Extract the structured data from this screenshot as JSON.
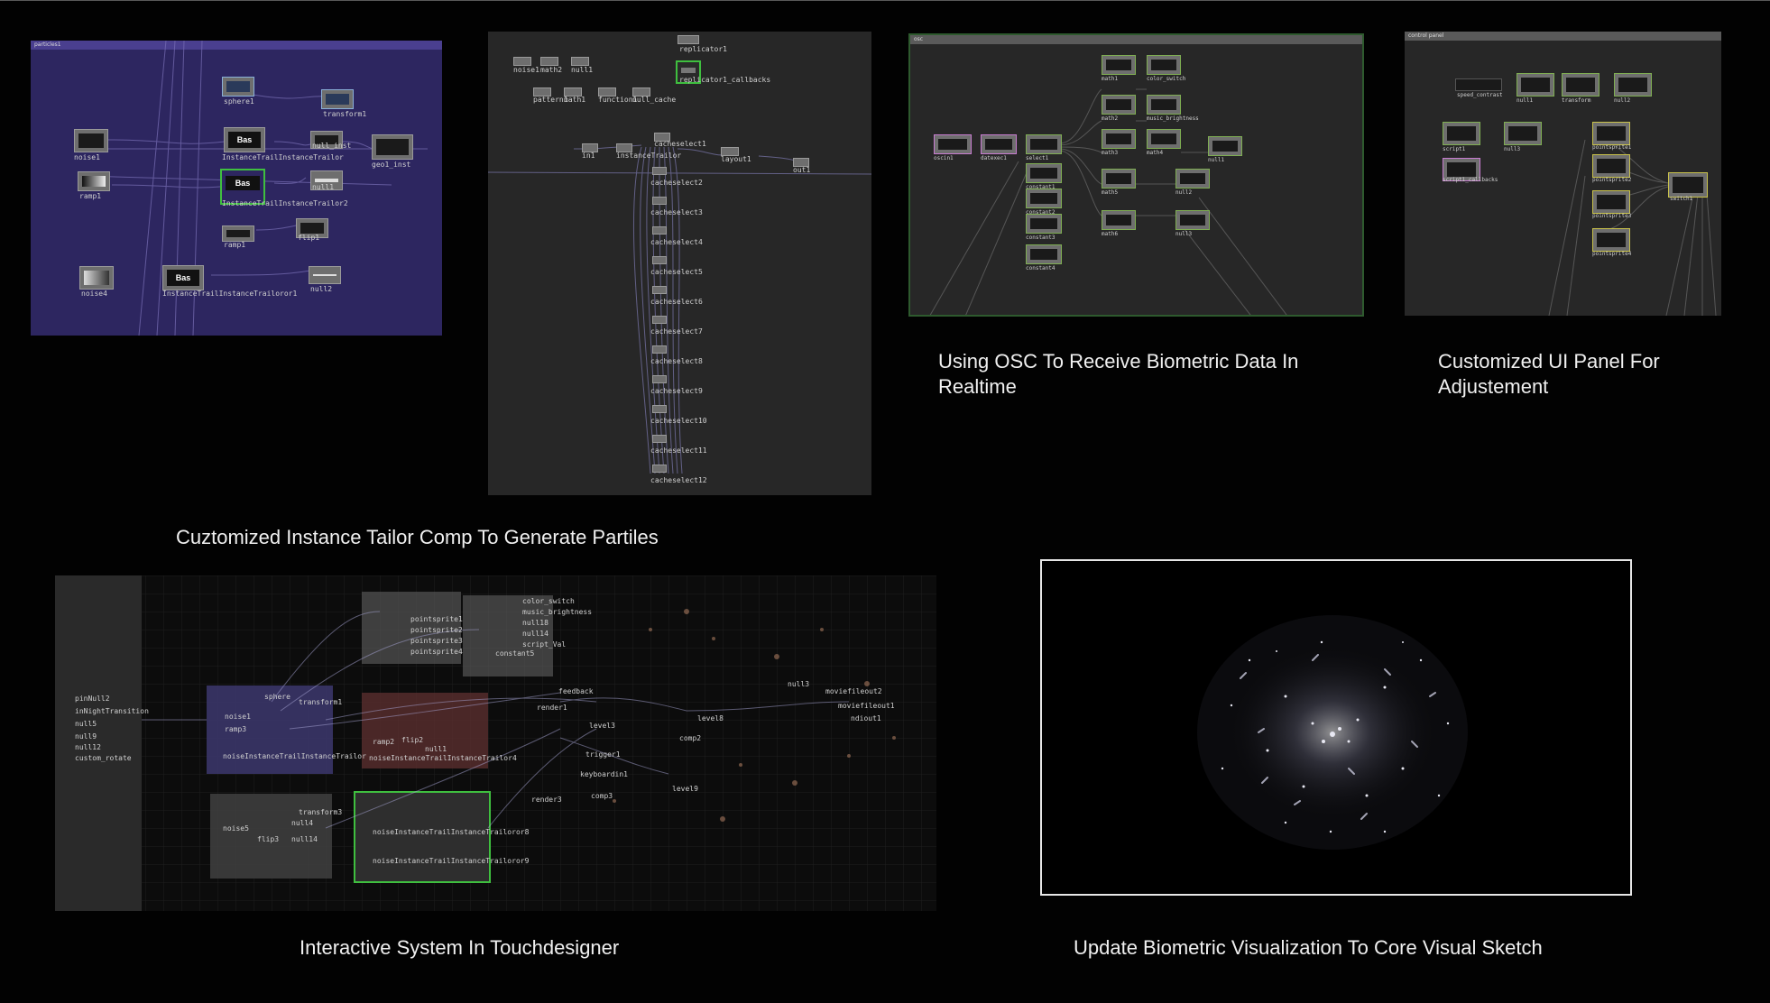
{
  "panels": {
    "particles_network": {
      "tab_title": "particles1",
      "nodes": [
        "sphere1",
        "transform1",
        "noise1",
        "Bas",
        "null_inst",
        "geo1_inst",
        "ramp1",
        "InstanceTrailInstanceTrailor",
        "Bas",
        "null1",
        "InstanceTrailInstanceTrailor2",
        "ramp1",
        "flip1",
        "noise4",
        "Bas",
        "InstanceTrailInstanceTrailoror1",
        "null2"
      ]
    },
    "cache_network": {
      "nodes": [
        "noise1",
        "math2",
        "null1",
        "replicator1",
        "replicator1_callbacks",
        "pattern1",
        "math1",
        "function1",
        "null_cache",
        "in1",
        "instanceTrailor",
        "cacheselect1",
        "layout1",
        "out1",
        "cacheselect2",
        "cacheselect3",
        "cacheselect4",
        "cacheselect5",
        "cacheselect6",
        "cacheselect7",
        "cacheselect8",
        "cacheselect9",
        "cacheselect10",
        "cacheselect11",
        "cacheselect12"
      ]
    },
    "osc_network": {
      "tab_title": "osc",
      "nodes": [
        "oscin1",
        "datexec1",
        "select1",
        "constant1",
        "constant2",
        "constant3",
        "constant4",
        "math1",
        "color_switch",
        "math2",
        "music_brightness",
        "math3",
        "math4",
        "math5",
        "null1",
        "null2",
        "math6",
        "null3"
      ]
    },
    "ui_panel_network": {
      "tab_title": "control panel",
      "nodes": [
        "speed_contrast",
        "null1",
        "transform",
        "null2",
        "script1",
        "null3",
        "pointsprite1",
        "script1_callbacks",
        "pointsprite2",
        "pointsprite3",
        "pointsprite4",
        "switch1"
      ]
    },
    "system_network": {
      "labels": [
        "pinNull2",
        "inNightTransition",
        "null5",
        "null9",
        "null12",
        "custom_rotate",
        "sphere",
        "transform1",
        "noise1",
        "ramp3",
        "noiseInstanceTrailInstanceTrailor",
        "ramp2",
        "flip2",
        "null1",
        "noiseInstanceTrailInstanceTrailor4",
        "pointsprite1",
        "pointsprite2",
        "pointsprite3",
        "pointsprite4",
        "color_switch",
        "music_brightness",
        "null18",
        "null14",
        "constant5",
        "script_Val",
        "feedback",
        "render1",
        "level3",
        "level8",
        "comp2",
        "null3",
        "moviefileout2",
        "moviefileout1",
        "ndiout1",
        "trigger1",
        "keyboardin1",
        "level9",
        "comp3",
        "render3",
        "transform3",
        "null4",
        "noise5",
        "flip3",
        "null14",
        "noiseInstanceTrailInstanceTrailoror8",
        "noiseInstanceTrailInstanceTrailoror9"
      ]
    }
  },
  "captions": {
    "osc": "Using OSC To Receive Biometric Data In Realtime",
    "ui_panel": "Customized UI Panel For Adjustement",
    "instance_tailor": "Cuztomized Instance Tailor Comp To Generate Partiles",
    "system": "Interactive System In Touchdesigner",
    "visualization": "Update Biometric Visualization To Core Visual Sketch"
  },
  "colors": {
    "background": "#020202",
    "purple_container": "#2d2660",
    "network_bg": "#272727",
    "selected_node": "#3fbf3f",
    "chop_green": "#7fae52",
    "dat_purple": "#c77bd0"
  }
}
